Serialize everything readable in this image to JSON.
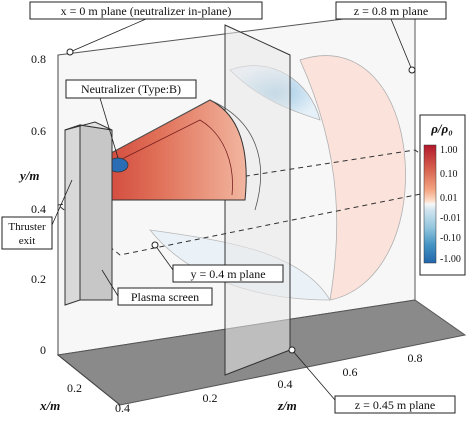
{
  "labels": {
    "x_plane": "x = 0 m plane (neutralizer in-plane)",
    "z_plane_far": "z = 0.8 m plane",
    "neutralizer": "Neutralizer (Type:B)",
    "thruster_line1": "Thruster",
    "thruster_line2": "exit",
    "y_plane": "y = 0.4 m plane",
    "plasma_screen": "Plasma screen",
    "z_plane_mid": "z = 0.45 m plane"
  },
  "axes": {
    "y": {
      "label": "y/m",
      "ticks": [
        "0",
        "0.2",
        "0.4",
        "0.6",
        "0.8"
      ]
    },
    "x": {
      "label": "x/m",
      "ticks": [
        "0.2",
        "0.4"
      ]
    },
    "z": {
      "label": "z/m",
      "ticks": [
        "0.2",
        "0.4",
        "0.6",
        "0.8"
      ]
    }
  },
  "colorbar": {
    "title": "ρ/ρ₀",
    "ticks": [
      "1.00",
      "0.10",
      "0.01",
      "-0.01",
      "-0.10",
      "-1.00"
    ],
    "colors": [
      "#b2182b",
      "#d6604d",
      "#f4a582",
      "#fddbc7",
      "#f7f7f7",
      "#d1e5f0",
      "#92c5de",
      "#4393c3",
      "#2166ac"
    ]
  }
}
